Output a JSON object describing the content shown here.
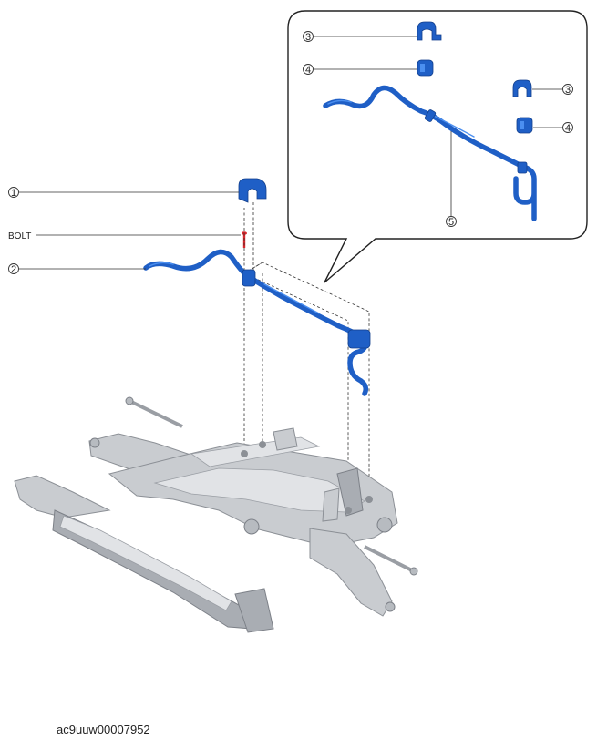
{
  "callouts": {
    "c1": "1",
    "c2": "2",
    "c3a": "3",
    "c3b": "3",
    "c4a": "4",
    "c4b": "4",
    "c5": "5",
    "bolt": "BOLT"
  },
  "doc_code": "ac9uuw00007952",
  "colors": {
    "stabilizer": "#1f5fc6",
    "bolt": "#d9262b",
    "subframe": "#c9ccd0"
  }
}
